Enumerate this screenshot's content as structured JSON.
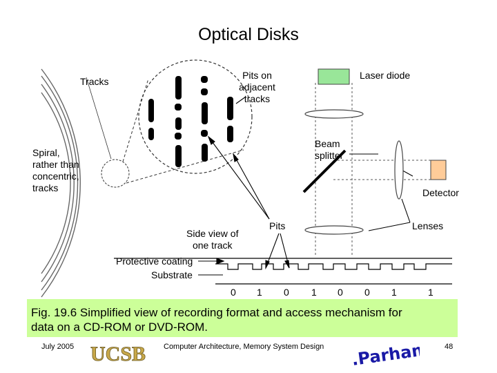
{
  "title": "Optical Disks",
  "labels": {
    "tracks": "Tracks",
    "spiral": [
      "Spiral,",
      "rather than",
      "concentric,",
      "tracks"
    ],
    "pits_adjacent": [
      "Pits on",
      "adjacent",
      "tracks"
    ],
    "laser_diode": "Laser diode",
    "beam_splitter": [
      "Beam",
      "splitter"
    ],
    "detector": "Detector",
    "lenses": "Lenses",
    "pits": "Pits",
    "side_view": [
      "Side view of",
      "one track"
    ],
    "protective_coating": "Protective coating",
    "substrate": "Substrate",
    "bits": [
      "0",
      "1",
      "0",
      "1",
      "0",
      "0",
      "1",
      "1"
    ]
  },
  "caption": {
    "line1": "Fig. 19.6    Simplified view of recording format and access mechanism for",
    "line2": "data on a CD-ROM or DVD-ROM."
  },
  "footer": {
    "date": "July 2005",
    "logo_text": "UCSB",
    "course": "Computer Architecture, Memory System Design",
    "signature": "B.Parhami",
    "page": "48"
  },
  "colors": {
    "caption_bg": "#ccff99",
    "laser_diode": "#99e699",
    "detector": "#ffcc99",
    "logo": "#c8a84a",
    "signature": "#1a1aa6"
  }
}
